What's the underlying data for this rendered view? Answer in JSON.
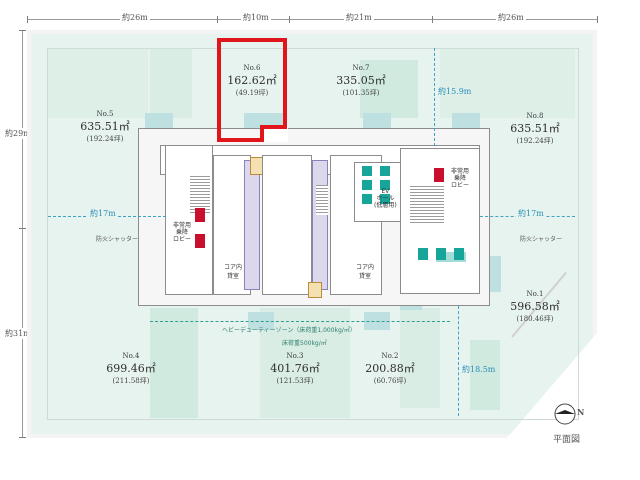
{
  "dimensions": {
    "top": [
      "約26m",
      "約10m",
      "約21m",
      "約26m"
    ],
    "left": [
      "約29m",
      "約31m"
    ]
  },
  "zones": [
    {
      "no": "No.6",
      "area": "162.62㎡",
      "tsubo": "(49.19坪)"
    },
    {
      "no": "No.7",
      "area": "335.05㎡",
      "tsubo": "(101.35坪)"
    },
    {
      "no": "No.5",
      "area": "635.51㎡",
      "tsubo": "(192.24坪)"
    },
    {
      "no": "No.8",
      "area": "635.51㎡",
      "tsubo": "(192.24坪)"
    },
    {
      "no": "No.1",
      "area": "596.58㎡",
      "tsubo": "(180.46坪)"
    },
    {
      "no": "No.4",
      "area": "699.46㎡",
      "tsubo": "(211.58坪)"
    },
    {
      "no": "No.3",
      "area": "401.76㎡",
      "tsubo": "(121.53坪)"
    },
    {
      "no": "No.2",
      "area": "200.88㎡",
      "tsubo": "(60.76坪)"
    }
  ],
  "distance_labels": {
    "left_17": "約17m",
    "right_17": "約17m",
    "right_15": "約15.9m",
    "right_18": "約18.5m"
  },
  "notes": {
    "shutter_left": "防火シャッター",
    "shutter_right": "防火シャッター",
    "heavy_duty": "ヘビーデューティーゾーン（床荷重1,000kg/㎡）",
    "load_500": "床荷重500kg/㎡"
  },
  "core_labels": {
    "core_left": "コア内\n貸室",
    "core_right": "コア内\n貸室",
    "ev_hall": "EV\nホール\n(低層用)",
    "lobby_left": "非常用\n乗降\nロビー",
    "lobby_right": "非常用\n乗降\nロビー"
  },
  "compass": {
    "symbol": "N",
    "label": "平面図"
  },
  "colors": {
    "floor_fill": "#e7f3ee",
    "highlight": "#e0161c",
    "teal": "#17a59a",
    "elevator": "#dcd7ec",
    "red": "#c8102e"
  }
}
